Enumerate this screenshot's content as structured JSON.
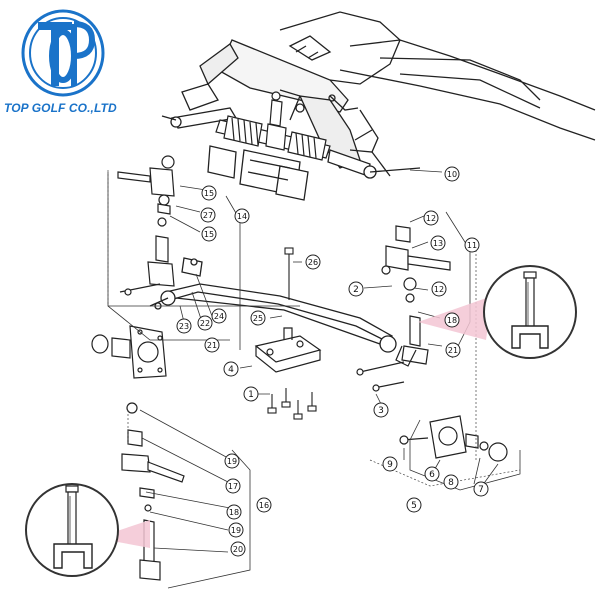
{
  "brand": {
    "logo_text": "TOP",
    "company_name": "TOP GOLF CO.,LTD",
    "color": "#1a73c9"
  },
  "diagram": {
    "callouts": [
      "1",
      "2",
      "3",
      "4",
      "5",
      "6",
      "7",
      "8",
      "9",
      "10",
      "11",
      "12",
      "12",
      "13",
      "14",
      "15",
      "15",
      "16",
      "17",
      "18",
      "18",
      "19",
      "19",
      "20",
      "21",
      "21",
      "22",
      "23",
      "24",
      "25",
      "26",
      "27"
    ]
  },
  "colors": {
    "line": "#222222",
    "highlight_pink": "#f3c6d3",
    "inset_border": "#333333"
  }
}
